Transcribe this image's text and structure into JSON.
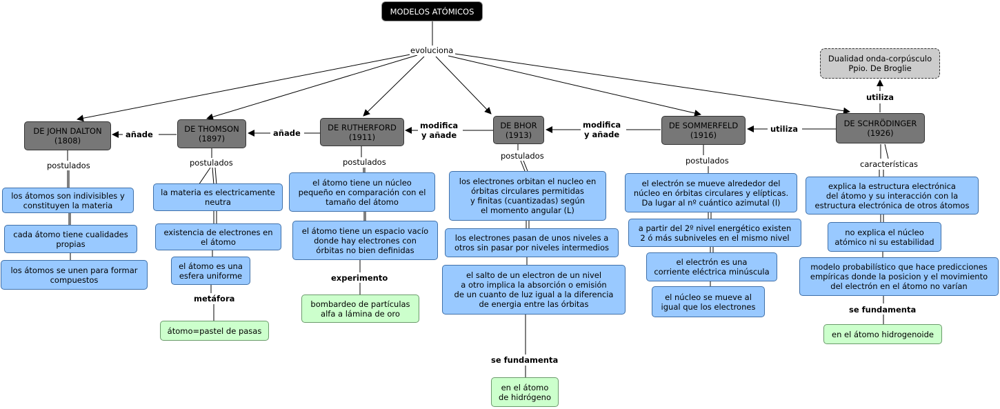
{
  "root": "MODELOS ATÓMICOS",
  "link_evoluciona": "evoluciona",
  "models": {
    "dalton": "DE JOHN DALTON\n(1808)",
    "thomson": "DE THOMSON\n(1897)",
    "rutherford": "DE RUTHERFORD\n(1911)",
    "bohr": "DE BHOR\n(1913)",
    "sommerfeld": "DE SOMMERFELD\n(1916)",
    "schrodinger": "DE SCHRÖDINGER\n(1926)"
  },
  "links": {
    "anade1": "añade",
    "anade2": "añade",
    "modifica1": "modifica\ny añade",
    "modifica2": "modifica\ny añade",
    "utiliza1": "utiliza",
    "utiliza2": "utiliza",
    "postulados_dalton": "postulados",
    "postulados_thomson": "postulados",
    "postulados_rutherford": "postulados",
    "postulados_bohr": "postulados",
    "postulados_sommerfeld": "postulados",
    "caracteristicas": "características",
    "metafora": "metáfora",
    "experimento": "experimento",
    "se_fundamenta_bohr": "se fundamenta",
    "se_fundamenta_schrodinger": "se fundamenta"
  },
  "dualidad": "Dualidad onda-corpúsculo\nPpio. De Broglie",
  "dalton_items": [
    "los átomos son indivisibles y\nconstituyen la materia",
    "cada átomo tiene cualidades\npropias",
    "los átomos se unen para formar\ncompuestos"
  ],
  "thomson_items": [
    "la materia es electricamente\nneutra",
    "existencia de electrones en\nel átomo",
    "el átomo es una\nesfera uniforme"
  ],
  "thomson_metafora": "átomo=pastel de pasas",
  "rutherford_items": [
    "el átomo tiene un núcleo\npequeño en comparación con el\ntamaño del átomo",
    "el átomo tiene un espacio vacío\ndonde hay electrones con\nórbitas no bien definidas"
  ],
  "rutherford_experimento": "bombardeo de partículas\nalfa a lámina de oro",
  "bohr_items": [
    "los electrones orbitan el nucleo en\nórbitas circulares permitidas\ny finitas (cuantizadas) según\nel momento angular (L)",
    "los electrones pasan de unos niveles a\notros sin pasar por niveles intermedios",
    "el salto de un electron de un nivel\na otro implica la absorción o emisión\nde un cuanto de luz igual a la diferencia\nde energia entre las órbitas"
  ],
  "bohr_fundamento": "en el átomo\nde hidrógeno",
  "sommerfeld_items": [
    "el electrón se mueve alrededor del\nnúcleo en órbitas circulares y elípticas.\nDa lugar al nº cuántico azimutal (l)",
    "a partir del 2º nivel energético existen\n2 ó más subniveles en el mismo nivel",
    "el electrón es una\ncorriente eléctrica minúscula",
    "el núcleo se mueve al\nigual que los electrones"
  ],
  "schrodinger_items": [
    "explica la estructura electrónica\ndel átomo y su interacción con la\nestructura electrónica de otros átomos",
    "no explica el núcleo\natómico ni su estabilidad",
    "modelo probabilístico que hace predicciones\nempíricas donde la posicion y el movimiento\ndel electrón en el átomo no varían"
  ],
  "schrodinger_fundamento": "en el átomo hidrogenoide"
}
